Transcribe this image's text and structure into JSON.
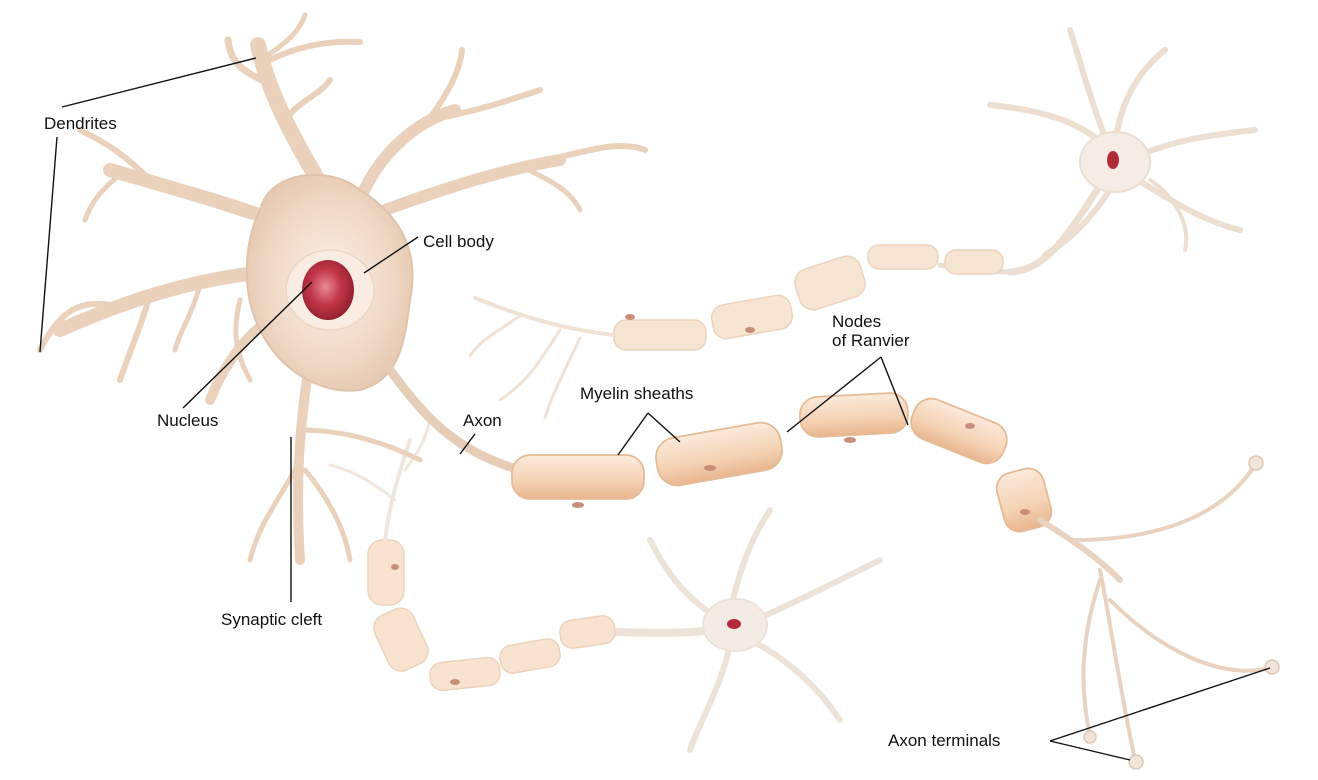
{
  "labels": {
    "dendrites": "Dendrites",
    "cell_body": "Cell body",
    "nucleus": "Nucleus",
    "axon": "Axon",
    "myelin_sheaths": "Myelin sheaths",
    "nodes_line1": "Nodes",
    "nodes_line2": "of Ranvier",
    "synaptic_cleft": "Synaptic cleft",
    "axon_terminals": "Axon terminals"
  },
  "colors": {
    "background": "#ffffff",
    "neuron_fill": "#f1ddcb",
    "neuron_stroke": "#dcbfa5",
    "faint_neuron": "#f3ebe3",
    "myelin_fill": "#f6dcc3",
    "myelin_stroke": "#e2b893",
    "nucleus": "#b22a3a",
    "leader_line": "#111111"
  }
}
